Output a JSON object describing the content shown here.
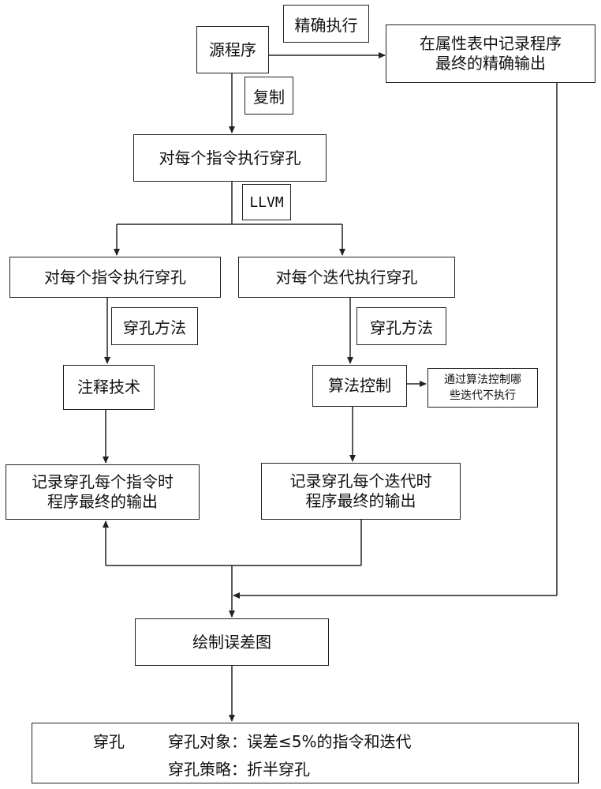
{
  "nodes": {
    "source": "源程序",
    "record_exact": [
      "在属性表中记录程序",
      "最终的精确输出"
    ],
    "perforate_top": "对每个指令执行穿孔",
    "perforate_instr": "对每个指令执行穿孔",
    "perforate_iter": "对每个迭代执行穿孔",
    "annotate": "注释技术",
    "algo_control": "算法控制",
    "algo_note": [
      "通过算法控制哪",
      "些迭代不执行"
    ],
    "record_instr": [
      "记录穿孔每个指令时",
      "程序最终的输出"
    ],
    "record_iter": [
      "记录穿孔每个迭代时",
      "程序最终的输出"
    ],
    "plot": "绘制误差图"
  },
  "labels": {
    "exact_exec": "精确执行",
    "copy": "复制",
    "llvm": "LLVM",
    "method_left": "穿孔方法",
    "method_right": "穿孔方法"
  },
  "final": {
    "title": "穿孔",
    "target": "穿孔对象：误差≤5%的指令和迭代",
    "strategy": "穿孔策略：折半穿孔"
  }
}
